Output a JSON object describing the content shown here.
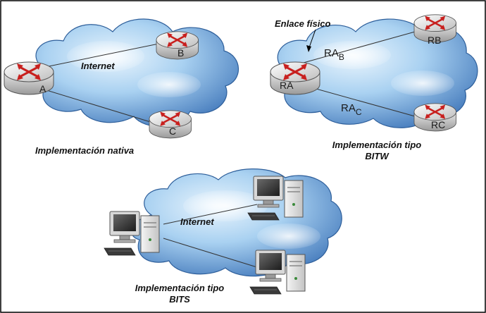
{
  "native": {
    "cloud_label": "Internet",
    "routers": [
      "A",
      "B",
      "C"
    ],
    "caption": "Implementación nativa"
  },
  "bitw": {
    "annotation": "Enlace físico",
    "links": [
      {
        "base": "RA",
        "sub": "B"
      },
      {
        "base": "RA",
        "sub": "C"
      }
    ],
    "routers": [
      "RA",
      "RB",
      "RC"
    ],
    "caption_line1": "Implementación tipo",
    "caption_line2": "BITW"
  },
  "bits": {
    "cloud_label": "Internet",
    "caption_line1": "Implementación tipo",
    "caption_line2": "BITS"
  },
  "colors": {
    "cloud_dark": "#3d74b8",
    "cloud_light": "#d9ecfb",
    "router_red": "#c8201e",
    "border": "#000000"
  }
}
